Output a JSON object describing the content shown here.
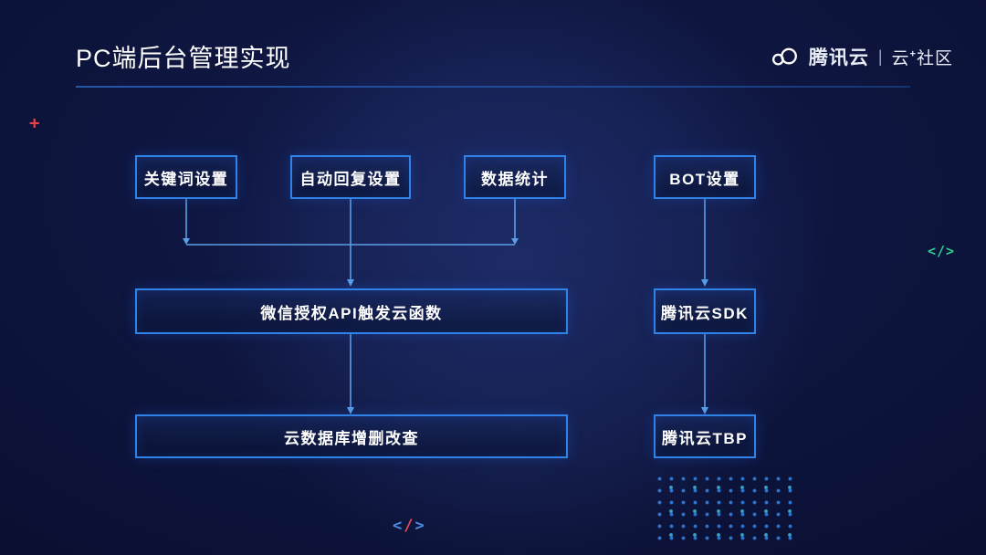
{
  "header": {
    "title": "PC端后台管理实现",
    "logo": {
      "brand": "腾讯云",
      "divider": "|",
      "community_prefix": "云",
      "community_plus": "+",
      "community_suffix": "社区"
    }
  },
  "diagram": {
    "nodes": {
      "keyword_settings": "关键词设置",
      "auto_reply_settings": "自动回复设置",
      "data_statistics": "数据统计",
      "bot_settings": "BOT设置",
      "wechat_api_function": "微信授权API触发云函数",
      "cloud_db_crud": "云数据库增删改查",
      "tencent_cloud_sdk": "腾讯云SDK",
      "tencent_cloud_tbp": "腾讯云TBP"
    }
  },
  "decor": {
    "plus": "+",
    "code_snippet_side": "</>",
    "code_bracket_left": "<",
    "code_slash": "/",
    "code_bracket_right": ">"
  },
  "colors": {
    "background": "#0b1134",
    "box_border": "#2e82e8",
    "arrow": "#5aa0e8",
    "accent_red": "#e8414e",
    "accent_green": "#2ecf8f",
    "title_rule": "#2456a8"
  }
}
